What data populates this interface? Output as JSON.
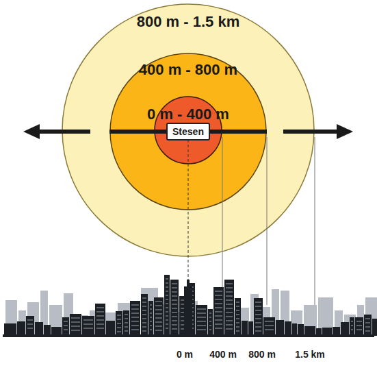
{
  "diagram": {
    "nodes": [
      {
        "text": [
          "800 m - 1.5 km"
        ]
      },
      {
        "text": [
          "400 m - 800 m"
        ],
        "in": 0
      },
      {
        "text": [
          "0 m - 400 m"
        ],
        "in": 1
      },
      {
        "text": [
          "Stesen"
        ],
        "in": 2
      }
    ],
    "labels": [
      "0 m",
      "400 m",
      "800 m",
      "1.5 km"
    ]
  }
}
